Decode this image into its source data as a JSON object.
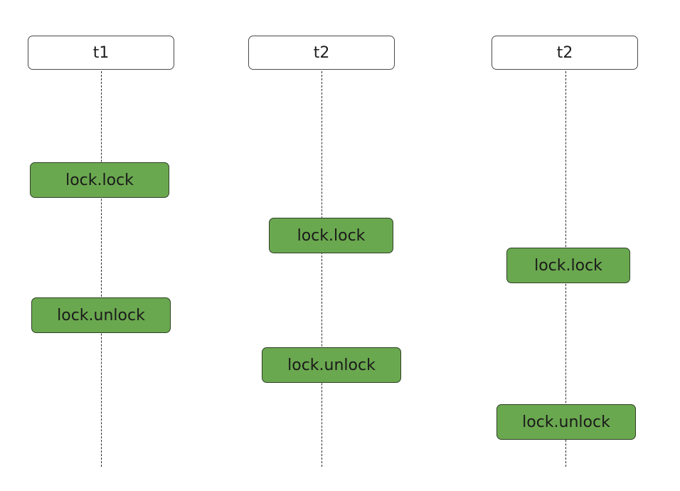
{
  "lanes": [
    {
      "header": "t1",
      "events": [
        {
          "label": "lock.lock"
        },
        {
          "label": "lock.unlock"
        }
      ]
    },
    {
      "header": "t2",
      "events": [
        {
          "label": "lock.lock"
        },
        {
          "label": "lock.unlock"
        }
      ]
    },
    {
      "header": "t2",
      "events": [
        {
          "label": "lock.lock"
        },
        {
          "label": "lock.unlock"
        }
      ]
    }
  ],
  "colors": {
    "event_fill": "#6aa84f",
    "event_border": "#2f3f27",
    "header_border": "#4a4a4a",
    "lifeline": "#2b2b2b"
  }
}
